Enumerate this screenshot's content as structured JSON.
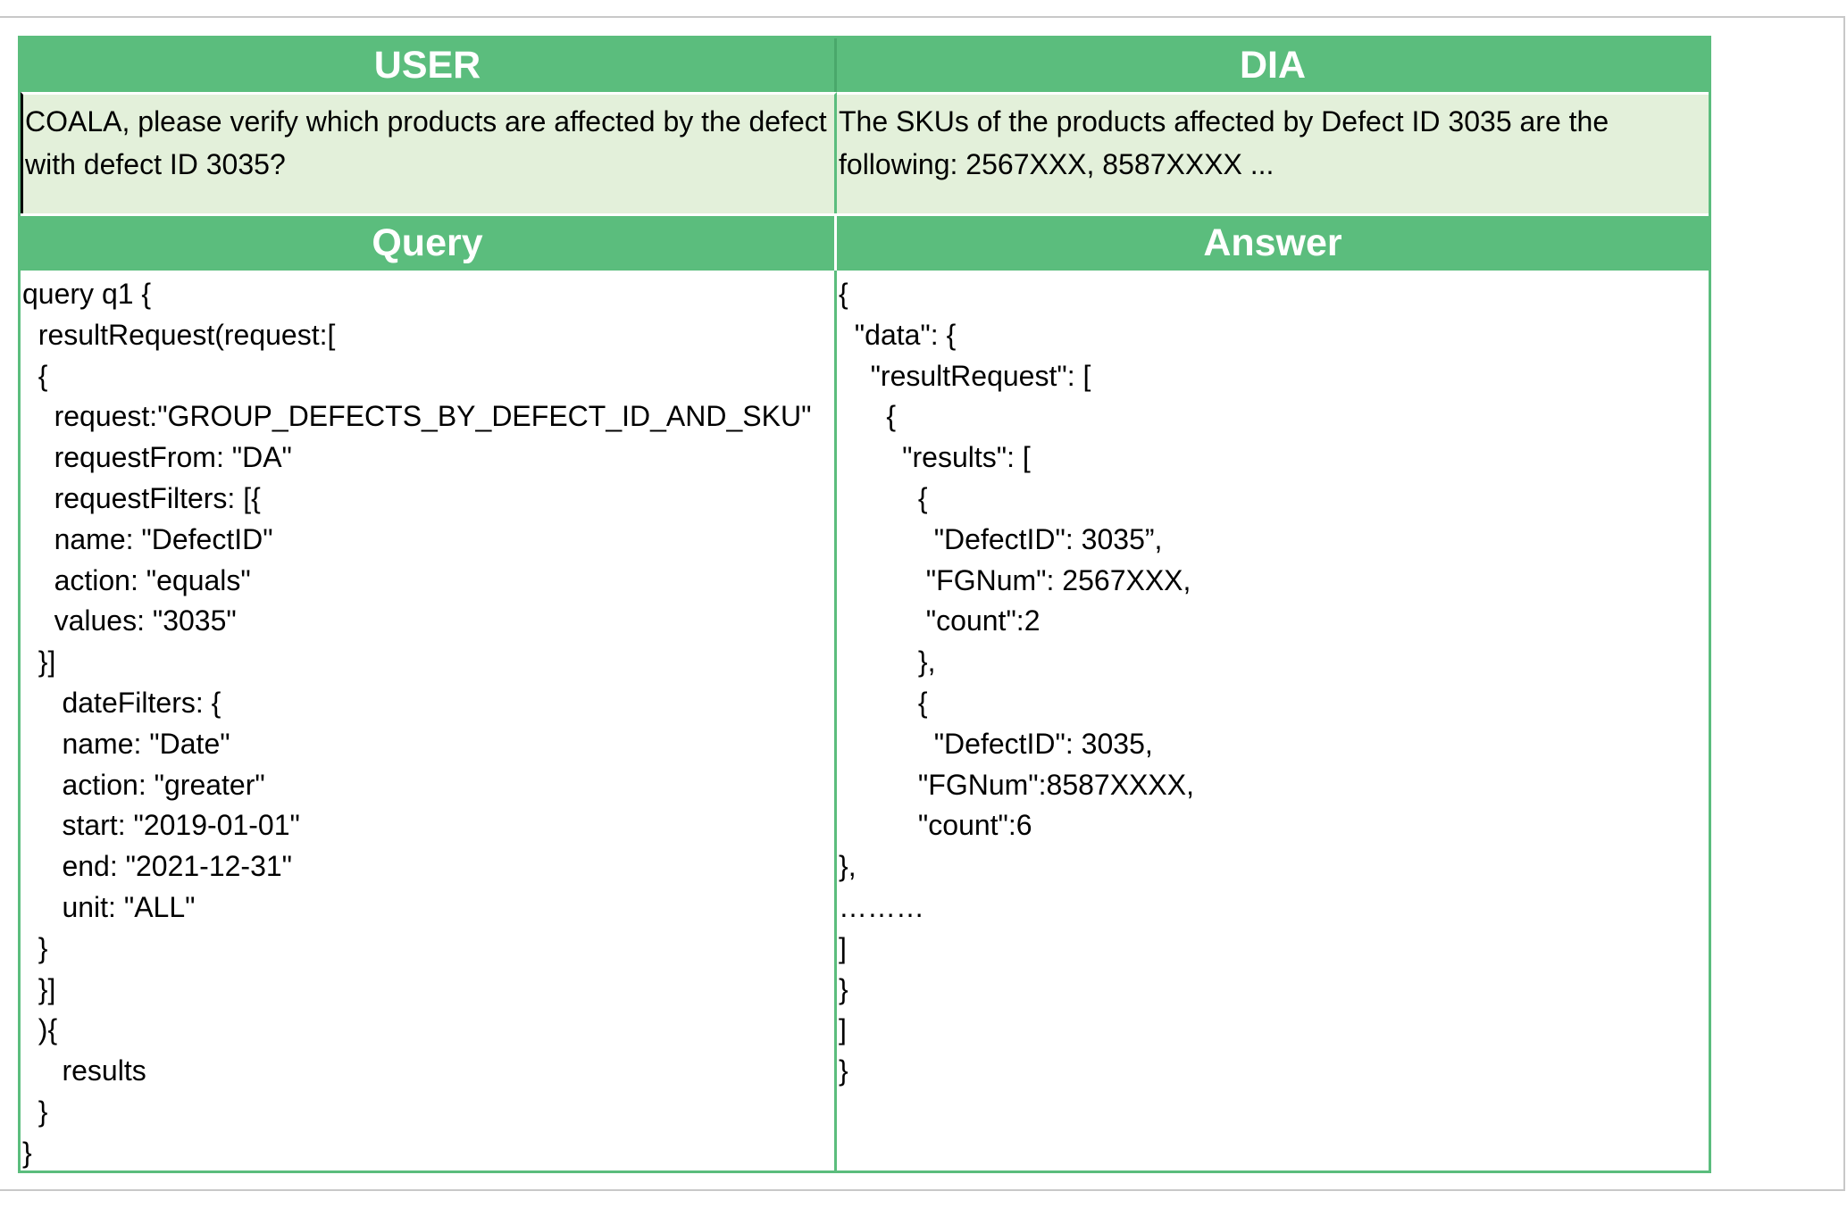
{
  "headers": {
    "user": "USER",
    "dia": "DIA",
    "query": "Query",
    "answer": "Answer"
  },
  "messages": {
    "user": "COALA, please verify which products are affected by the defect with defect ID 3035?",
    "dia": "The SKUs of the products affected by Defect ID 3035 are the following: 2567XXX, 8587XXXX ..."
  },
  "query_code": "query q1 {\n  resultRequest(request:[\n  {\n    request:\"GROUP_DEFECTS_BY_DEFECT_ID_AND_SKU\"\n    requestFrom: \"DA\"\n    requestFilters: [{\n    name: \"DefectID\"\n    action: \"equals\"\n    values: \"3035\"\n  }]\n     dateFilters: {\n     name: \"Date\"\n     action: \"greater\"\n     start: \"2019-01-01\"\n     end: \"2021-12-31\"\n     unit: \"ALL\"\n  }\n  }]\n  ){\n     results\n  }\n}",
  "answer_code": "{\n  \"data\": {\n    \"resultRequest\": [\n      {\n        \"results\": [\n          {\n            \"DefectID\": 3035”,\n           \"FGNum\": 2567XXX,\n           \"count\":2\n          },\n          {\n            \"DefectID\": 3035,\n          \"FGNum\":8587XXXX,\n          \"count\":6\n},\n………\n]\n}\n]\n}",
  "colors": {
    "header_green": "#5bbd7d",
    "message_bg": "#e3f0da",
    "border_green": "#5bbd7d"
  }
}
